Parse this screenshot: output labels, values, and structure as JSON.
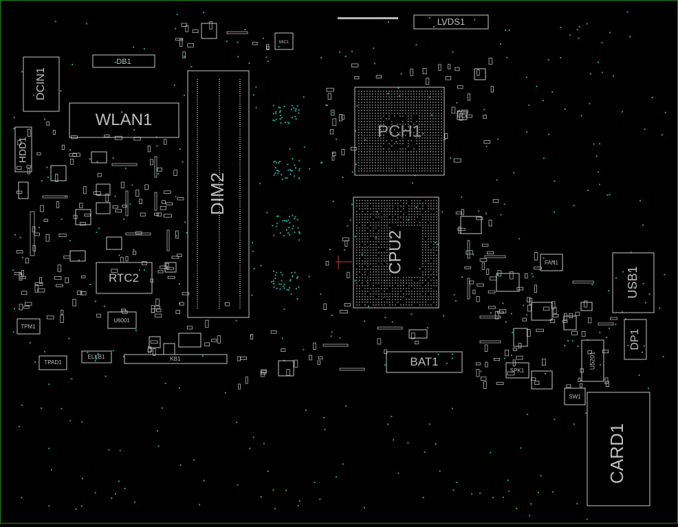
{
  "colors": {
    "background": "#000000",
    "border": "#1d8a1d",
    "outline": "#c8c8c8",
    "label": "#bdbdbd",
    "via": "#1fa89a",
    "pad": "#b8b8b8",
    "marker": "#d03a3a"
  },
  "labels": {
    "lvds": "LVDS1",
    "mic": "MIC1",
    "db": "DB1",
    "dcin": "DCIN1",
    "wlan": "WLAN1",
    "hdd": "HDD1",
    "dimm": "DIM2",
    "pch": "PCH1",
    "cpu": "CPU2",
    "rtc": "RTC2",
    "tpm": "TPM1",
    "tpad": "TPAD1",
    "elkb": "ELKB1",
    "kb": "KB1",
    "u6001": "U6001",
    "bat": "BAT1",
    "fan": "FAN1",
    "usb": "USB1",
    "dp": "DP1",
    "u5201": "U5201",
    "spk": "SPK1",
    "sw": "SW1",
    "card": "CARD1"
  }
}
